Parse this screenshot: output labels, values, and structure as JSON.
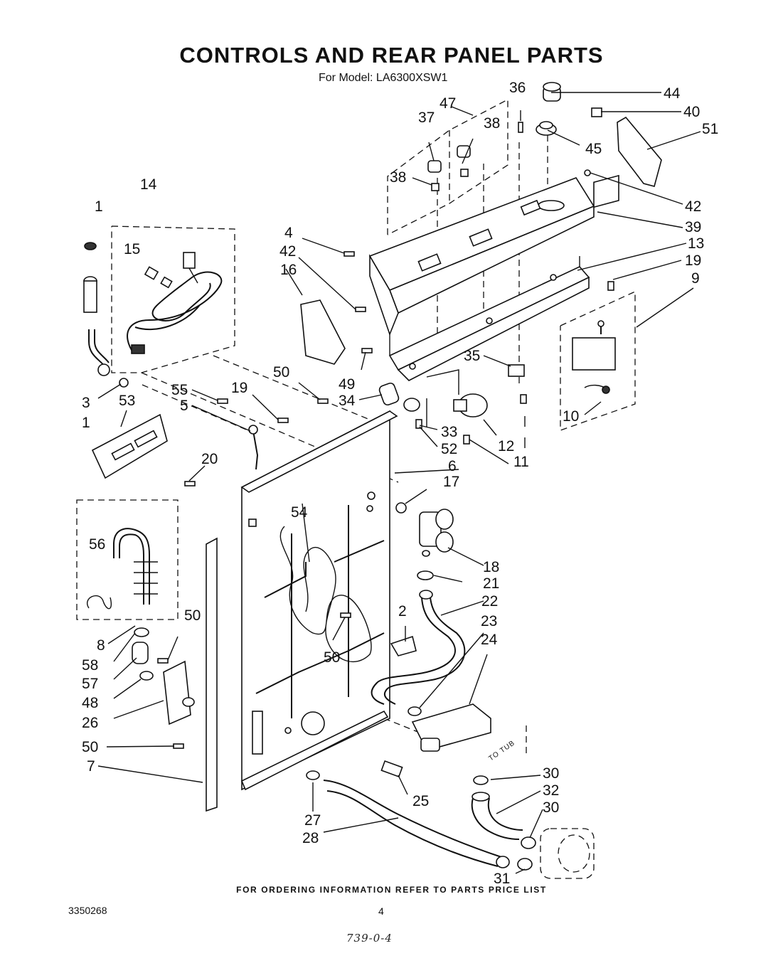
{
  "header": {
    "title": "CONTROLS AND REAR PANEL PARTS",
    "subtitle": "For Model: LA6300XSW1"
  },
  "footer": {
    "ordering_note": "FOR ORDERING INFORMATION REFER TO PARTS PRICE LIST",
    "document_number": "3350268",
    "page_number": "4",
    "handwritten_note": "739-0-4"
  },
  "diagram": {
    "annotation": "TO TUB",
    "callouts": [
      "36",
      "44",
      "40",
      "47",
      "37",
      "38",
      "51",
      "45",
      "38",
      "42",
      "14",
      "1",
      "39",
      "4",
      "42",
      "13",
      "19",
      "15",
      "16",
      "9",
      "50",
      "55",
      "19",
      "49",
      "35",
      "5",
      "34",
      "3",
      "53",
      "1",
      "33",
      "12",
      "52",
      "11",
      "10",
      "20",
      "6",
      "17",
      "54",
      "18",
      "56",
      "21",
      "22",
      "2",
      "50",
      "23",
      "24",
      "50",
      "8",
      "58",
      "57",
      "48",
      "26",
      "50",
      "7",
      "30",
      "32",
      "25",
      "30",
      "27",
      "28",
      "31"
    ]
  }
}
